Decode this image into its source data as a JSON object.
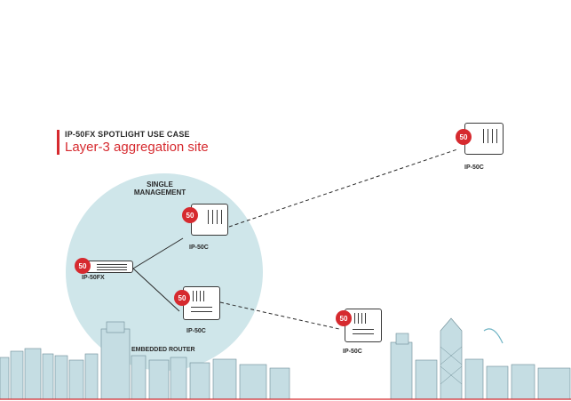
{
  "header": {
    "kicker": "IP-50FX SPOTLIGHT USE CASE",
    "title": "Layer-3 aggregation site"
  },
  "diagram": {
    "management_label": "SINGLE MANAGEMENT",
    "embedded_router_label": "EMBEDDED ROUTER",
    "badge_text": "50",
    "nodes": [
      {
        "id": "fx",
        "label": "IP-50FX"
      },
      {
        "id": "c_top",
        "label": "IP-50C"
      },
      {
        "id": "c_mid",
        "label": "IP-50C"
      },
      {
        "id": "c_right_top",
        "label": "IP-50C"
      },
      {
        "id": "c_right_bottom",
        "label": "IP-50C"
      }
    ],
    "accent_color": "#d62a2f",
    "circle_color": "#cfe6ea"
  }
}
